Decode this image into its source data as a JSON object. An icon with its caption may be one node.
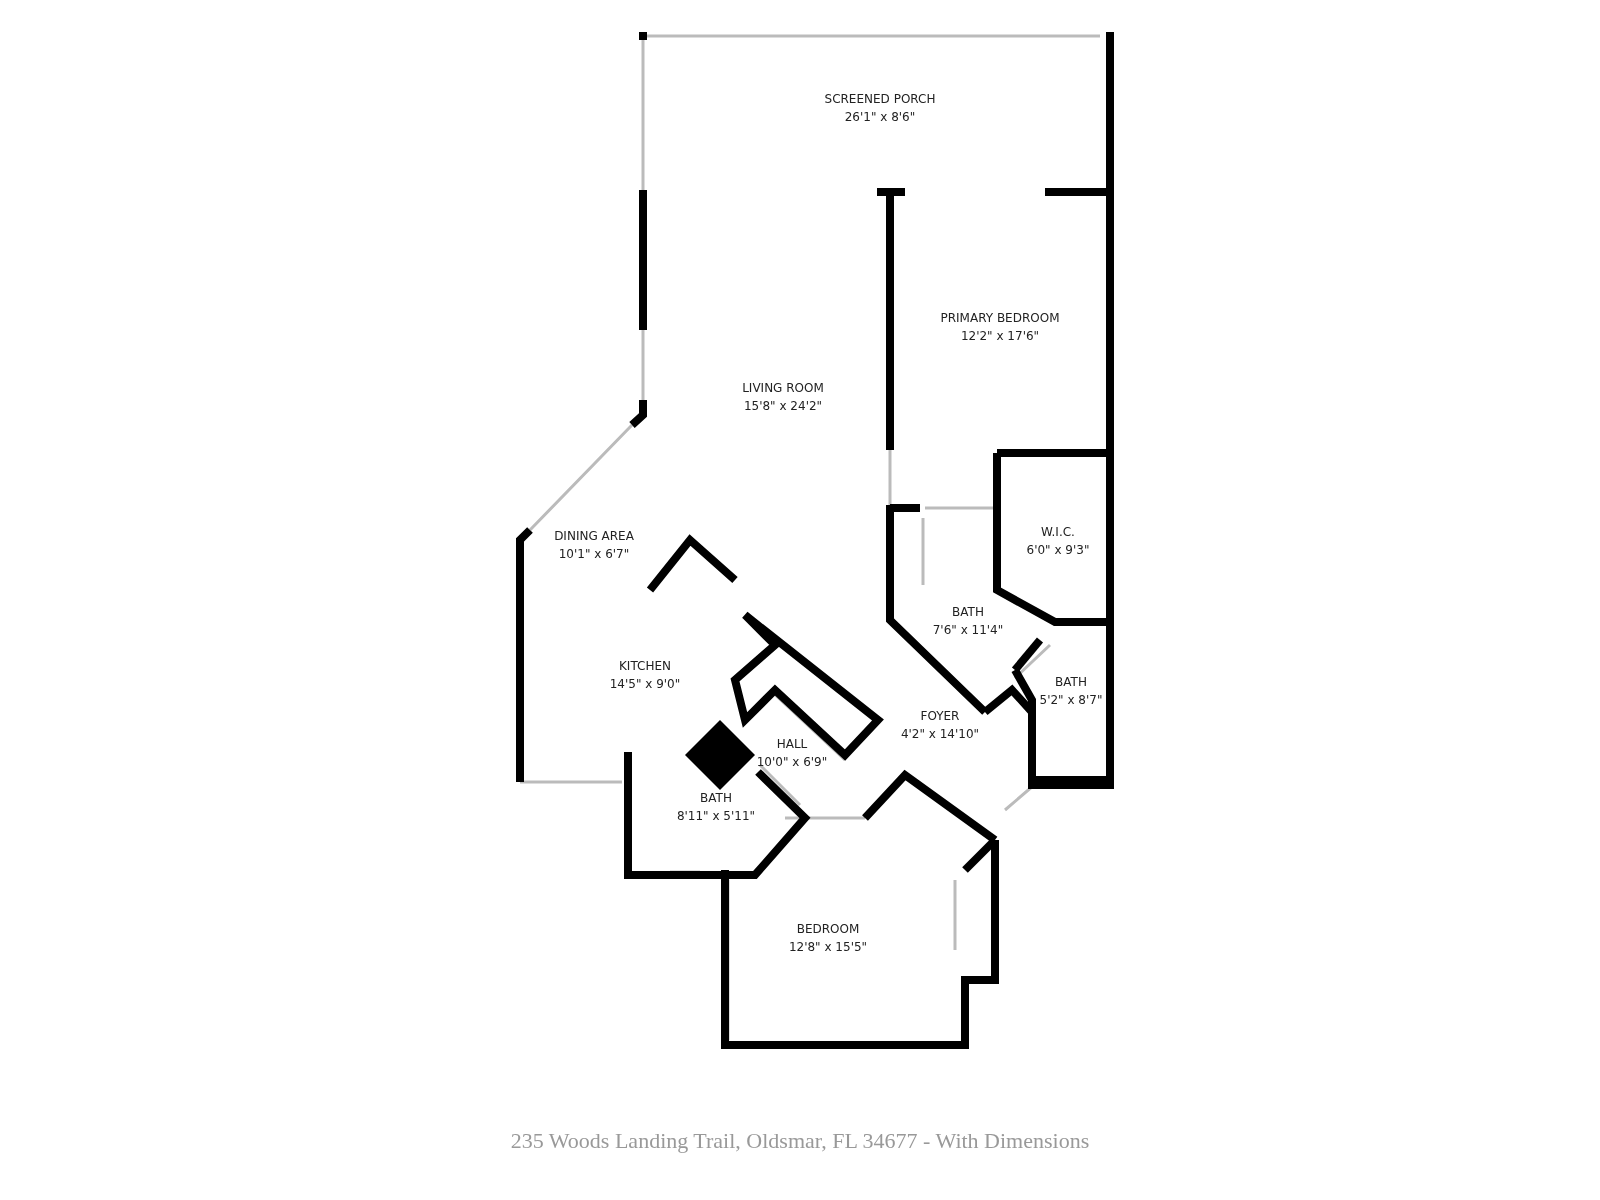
{
  "diagram": {
    "caption": "235 Woods Landing Trail, Oldsmar, FL 34677 - With Dimensions",
    "nodes": [
      {
        "text": [
          "SCREENED PORCH",
          "26'1\" x 8'6\""
        ]
      },
      {
        "text": [
          "PRIMARY BEDROOM",
          "12'2\" x 17'6\""
        ]
      },
      {
        "text": [
          "LIVING ROOM",
          "15'8\" x 24'2\""
        ]
      },
      {
        "text": [
          "DINING AREA",
          "10'1\" x 6'7\""
        ]
      },
      {
        "text": [
          "W.I.C.",
          "6'0\" x 9'3\""
        ]
      },
      {
        "text": [
          "BATH",
          "7'6\" x 11'4\""
        ]
      },
      {
        "text": [
          "KITCHEN",
          "14'5\" x 9'0\""
        ]
      },
      {
        "text": [
          "BATH",
          "5'2\" x 8'7\""
        ]
      },
      {
        "text": [
          "FOYER",
          "4'2\" x 14'10\""
        ]
      },
      {
        "text": [
          "HALL",
          "10'0\" x 6'9\""
        ]
      },
      {
        "text": [
          "BATH",
          "8'11\" x 5'11\""
        ]
      },
      {
        "text": [
          "BEDROOM",
          "12'8\" x 15'5\""
        ]
      }
    ]
  }
}
